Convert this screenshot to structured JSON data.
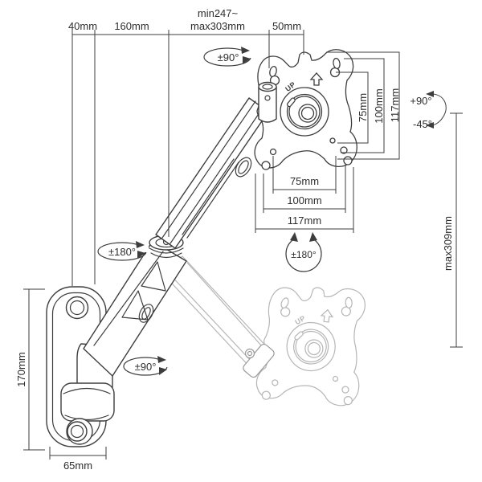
{
  "colors": {
    "line": "#3d3d3d",
    "ghost": "#b6b6b6",
    "text": "#2d2d2d",
    "background": "#ffffff"
  },
  "dimensions": {
    "top": {
      "wall_offset": "40mm",
      "lower_arm": "160mm",
      "reach_range_line1": "min247~",
      "reach_range_line2": "max303mm",
      "head_offset": "50mm"
    },
    "vesa_side": {
      "v75": "75mm",
      "v100": "100mm",
      "v117": "117mm"
    },
    "vesa_bottom": {
      "h75": "75mm",
      "h100": "100mm",
      "h117": "117mm"
    },
    "height_range": "max309mm",
    "wall_plate_height": "170mm",
    "wall_plate_width": "65mm"
  },
  "rotations": {
    "arm_swivel_top": "±90°",
    "elbow_swivel": "±180°",
    "vesa_rotation": "±180°",
    "wall_swivel_bottom": "±90°",
    "tilt_up": "+90°",
    "tilt_down": "-45°"
  },
  "markings": {
    "vesa_up": "UP"
  }
}
